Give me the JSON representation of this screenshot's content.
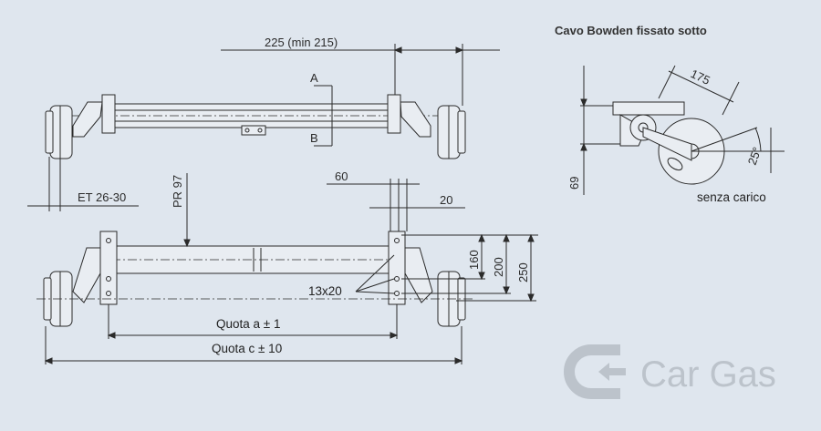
{
  "diagram": {
    "colors": {
      "background": "#dfe6ee",
      "line": "#2b2b2b",
      "logo": "#bcc3cb"
    },
    "top_view": {
      "dim_225": "225 (min 215)",
      "section_a": "A",
      "section_b": "B",
      "dim_et": "ET 26-30"
    },
    "bottom_view": {
      "dim_pr": "PR 97",
      "dim_60": "60",
      "dim_20": "20",
      "dim_160": "160",
      "dim_200": "200",
      "dim_250": "250",
      "holes_label": "13x20",
      "quota_a": "Quota a ± 1",
      "quota_c": "Quota c ± 10"
    },
    "side_view": {
      "title": "Cavo Bowden fissato sotto",
      "dim_175": "175",
      "angle": "25°",
      "dim_69": "69",
      "note": "senza carico"
    },
    "logo": {
      "text": "Car Gas",
      "icon": "cargas-logo-icon"
    }
  }
}
